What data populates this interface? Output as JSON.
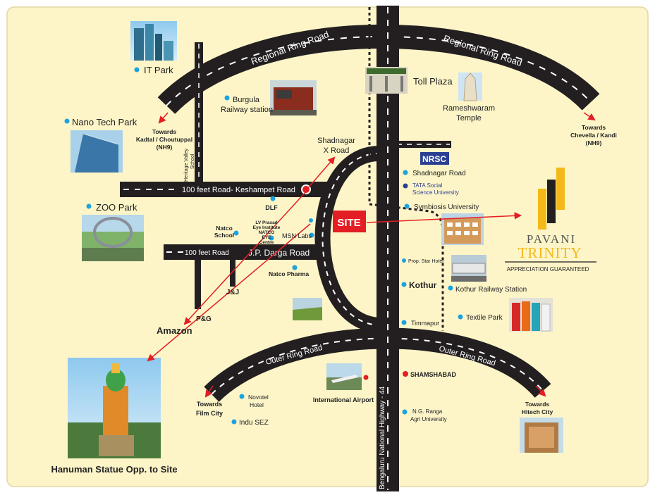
{
  "roads": {
    "regional_ring": "Regional Ring Road",
    "regional_ring_2": "Regional Ring Road",
    "outer_ring": "Outer Ring Road",
    "outer_ring_2": "Outer Ring Road",
    "keshampet": "100 feet Road- Keshampet Road",
    "darga_a": "100 feet Road",
    "darga_b": "J.P. Darga Road",
    "highway": "Bengaluru National Highway - 44"
  },
  "labels": {
    "it_park": "IT Park",
    "burgula_1": "Burgula",
    "burgula_2": "Railway station",
    "nano": "Nano Tech Park",
    "kadtal_1": "Towards",
    "kadtal_2": "Kadtal / Choutuppal",
    "kadtal_3": "(NH9)",
    "heritage_1": "Heritage Valley",
    "heritage_2": "School",
    "shadnagar_x1": "Shadnagar",
    "shadnagar_x2": "X Road",
    "zoo": "ZOO Park",
    "dlf": "DLF",
    "natco_school_1": "Natco",
    "natco_school_2": "School",
    "lvp_1": "LV Prasad",
    "lvp_2": "Eye Institute",
    "lvp_3": "NATCO",
    "lvp_4": "EYE",
    "lvp_5": "Centre",
    "msn": "MSN Labs",
    "natco_pharma": "Natco Pharma",
    "jj": "J&J",
    "pg": "P&G",
    "amazon": "Amazon",
    "toll": "Toll Plaza",
    "rameshwaram_1": "Rameshwaram",
    "rameshwaram_2": "Temple",
    "chevella_1": "Towards",
    "chevella_2": "Chevella / Kandi",
    "chevella_3": "(NH9)",
    "nrsc": "NRSC",
    "shadnagar_road": "Shadnagar Road",
    "tata_1": "TATA Social",
    "tata_2": "Science University",
    "symbiosis": "Symbiosis University",
    "site": "SITE",
    "prop_star": "Prop. Star Hotel",
    "kothur": "Kothur",
    "kothur_rly": "Kothur Railway Station",
    "textile": "Textile Park",
    "timmapur": "Timmapur",
    "shamshabad": "SHAMSHABAD",
    "airport": "International Airport",
    "ngranga_1": "N.G. Ranga",
    "ngranga_2": "Agri University",
    "film_1": "Towards",
    "film_2": "Film City",
    "novotel_1": "Novotel",
    "novotel_2": "Hotel",
    "indu": "Indu SEZ",
    "hitech_1": "Towards",
    "hitech_2": "Hitech City",
    "hanuman": "Hanuman Statue Opp. to Site"
  },
  "brand": {
    "name_1": "PAVANI",
    "name_2": "TRINITY",
    "tagline": "APPRECIATION GUARANTEED"
  },
  "colors": {
    "background": "#fdf5c8",
    "road": "#231f20",
    "site_red": "#e31e24",
    "dot_blue": "#1aa3e0",
    "nrsc_blue": "#2b3f93",
    "brand_gold": "#f4b81a",
    "dot_navy": "#2b3f93"
  }
}
